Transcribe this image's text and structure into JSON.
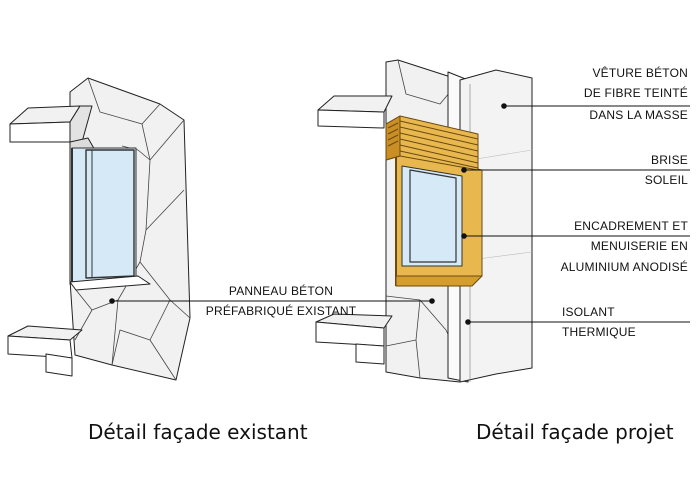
{
  "captions": {
    "existing": "Détail façade existant",
    "project": "Détail façade projet"
  },
  "labels": {
    "panel": [
      "PANNEAU BÉTON",
      "PRÉFABRIQUÉ EXISTANT"
    ],
    "cladding": [
      "VÊTURE BÉTON",
      "DE FIBRE TEINTÉ",
      "DANS LA MASSE"
    ],
    "sunshade": [
      "BRISE",
      "SOLEIL"
    ],
    "frame": [
      "ENCADREMENT ET",
      "MENUISERIE EN",
      "ALUMINIUM ANODISÉ"
    ],
    "insulation": [
      "ISOLANT",
      "THERMIQUE"
    ]
  },
  "colors": {
    "concrete": "#f1f1f1",
    "glass": "#d6e9f6",
    "aluminium": "#e8b84f",
    "line": "#222222"
  }
}
